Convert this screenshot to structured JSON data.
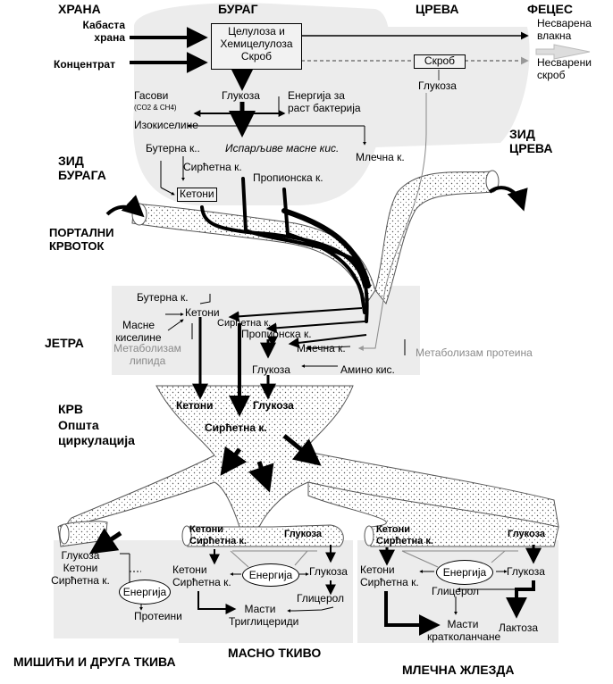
{
  "headers": {
    "food": "ХРАНА",
    "rumen": "БУРАГ",
    "intestine": "ЦРЕВА",
    "feces": "ФЕЦЕС",
    "rumen_wall": "ЗИД\nБУРАГА",
    "intestine_wall": "ЗИД\nЦРЕВА",
    "portal": "ПОРТАЛНИ\nКРВОТОК",
    "liver": "ЈЕТРА",
    "blood": "КРВ\nОпшта\nциркулација",
    "muscle": "МИШИЋИ И ДРУГА ТКИВА",
    "adipose": "МАСНО ТКИВО",
    "mammary": "МЛЕЧНА ЖЛЕЗДА"
  },
  "food": {
    "roughage": "Кабаста\nхрана",
    "concentrate": "Концентрат"
  },
  "rumen": {
    "box": "Целулоза и\nХемицелулоза\nСкроб",
    "glucose": "Глукоза",
    "gases": "Гасови",
    "gases_sub": "(CO2 & CH4)",
    "energy": "Енергија за\nраст бактерија",
    "isoacids": "Изокиселине",
    "butyric": "Бутерна к..",
    "vfa": "Испарљиве масне кис.",
    "acetic": "Сирћетна к.",
    "propionic": "Пропионска к.",
    "lactic": "Млечна к.",
    "ketones": "Кетони"
  },
  "intestine": {
    "starch": "Скроб",
    "glucose": "Глукоза",
    "undig_fiber": "Несварена\nвлакна",
    "undig_starch": "Несварени\nскроб"
  },
  "liver": {
    "butyric": "Бутерна к.",
    "ketones": "Кетони",
    "fatty_acids": "Масне\nкиселине",
    "lipid_metab": "Метаболизам\nлипида",
    "acetic": "Сирћетна к.",
    "propionic": "Пропионска к.",
    "lactic": "Млечна к.",
    "glucose": "Глукоза",
    "amino": "Амино кис.",
    "protein_metab": "Метаболизам протеина"
  },
  "blood": {
    "ketones": "Кетони",
    "glucose": "Глукоза",
    "acetic": "Сирћетна к."
  },
  "muscle": {
    "list": "Глукоза\nКетони\nСирћетна к.",
    "energy": "Енергија",
    "proteins": "Протеини"
  },
  "adipose": {
    "in_ketones": "Кетони\nСирћетна к.",
    "in_glucose": "Глукоза",
    "ketones": "Кетони\nСирћетна к.",
    "energy": "Енергија",
    "glucose": "Глукоза",
    "glycerol": "Глицерол",
    "fats": "Масти\nТриглицериди"
  },
  "mammary": {
    "in_ketones": "Кетони\nСирћетна к.",
    "in_glucose": "Глукоза",
    "ketones": "Кетони\nСирћетна к.",
    "energy": "Енергија",
    "glucose": "Глукоза",
    "glycerol": "Глицерол",
    "fats": "Масти\nкратколанчане",
    "lactose": "Лактоза"
  }
}
